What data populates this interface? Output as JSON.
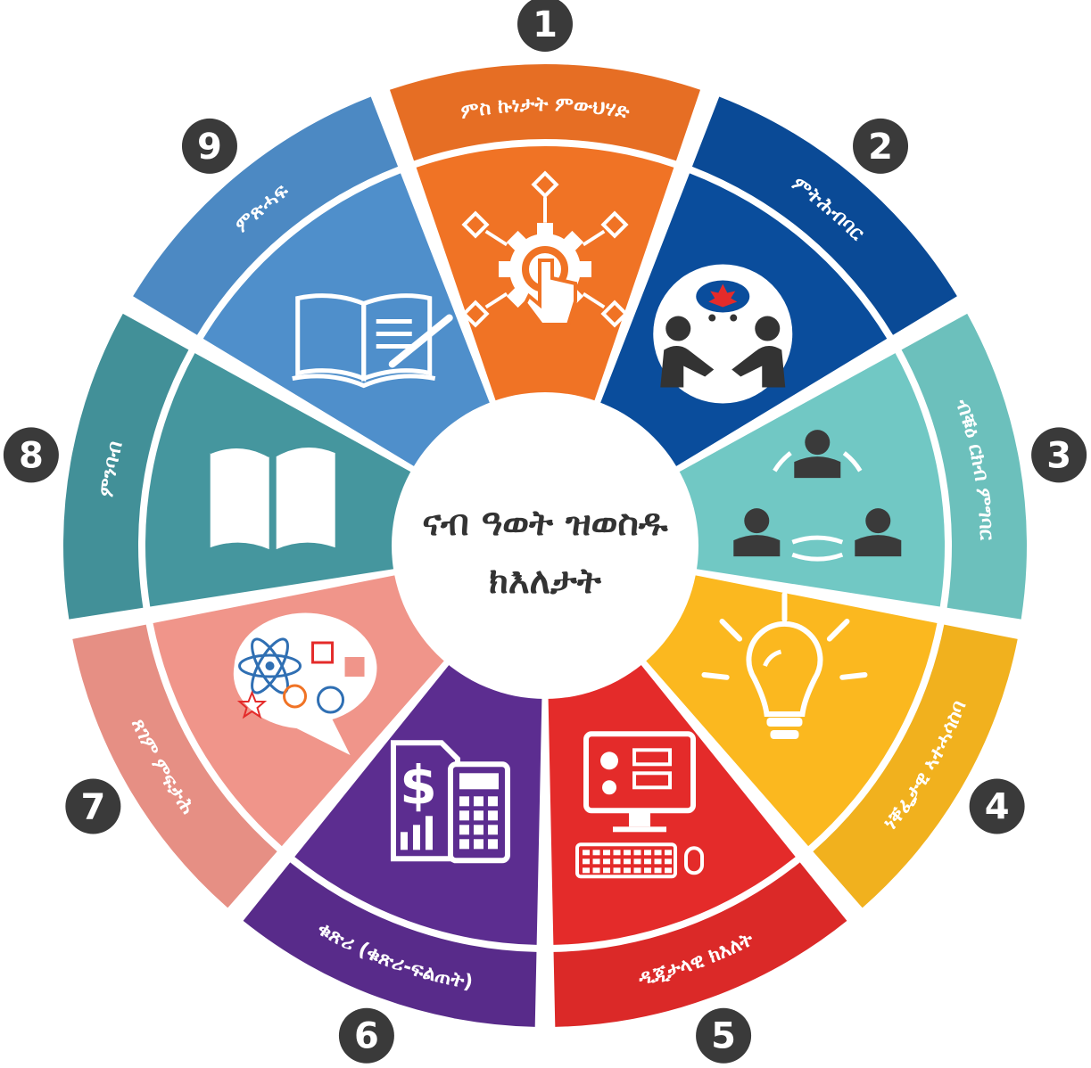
{
  "center": {
    "title_line1": "ናብ ዓወት ዝወስዱ",
    "title_line2": "ክእለታት"
  },
  "segments": [
    {
      "number": "1",
      "label": "ምስ ኩነታት ምውህሃድ",
      "color": "#F07325",
      "outer": "#F07325",
      "icon": "gear-touch-icon"
    },
    {
      "number": "2",
      "label": "ምትሕብባር",
      "color": "#0A4D9C",
      "outer": "#0A4D9C",
      "icon": "handshake-icon"
    },
    {
      "number": "3",
      "label": "ብቑዕ ርክብ ምግባር",
      "color": "#71C8C4",
      "outer": "#71C8C4",
      "icon": "team-communication-icon"
    },
    {
      "number": "4",
      "label": "ነቐፌታዊ ኣተሓሳስባ",
      "color": "#FBB81F",
      "outer": "#FBB81F",
      "icon": "lightbulb-icon"
    },
    {
      "number": "5",
      "label": "ዲጂታላዊ ክእለት",
      "color": "#E42B2A",
      "outer": "#E42B2A",
      "icon": "computer-icon"
    },
    {
      "number": "6",
      "label": "ቁጽሪ (ቁጽሪ-ፍልጠት)",
      "color": "#5C2D90",
      "outer": "#5C2D90",
      "icon": "calculator-icon"
    },
    {
      "number": "7",
      "label": "ጸገም ምፍታሕ",
      "color": "#F0958A",
      "outer": "#F0958A",
      "icon": "science-thinking-icon"
    },
    {
      "number": "8",
      "label": "ምንባብ",
      "color": "#45969E",
      "outer": "#45969E",
      "icon": "open-book-icon"
    },
    {
      "number": "9",
      "label": "ምጽሓፍ",
      "color": "#4F8FCB",
      "outer": "#4F8FCB",
      "icon": "writing-book-icon"
    }
  ],
  "badge_color": "#3A3A3A"
}
